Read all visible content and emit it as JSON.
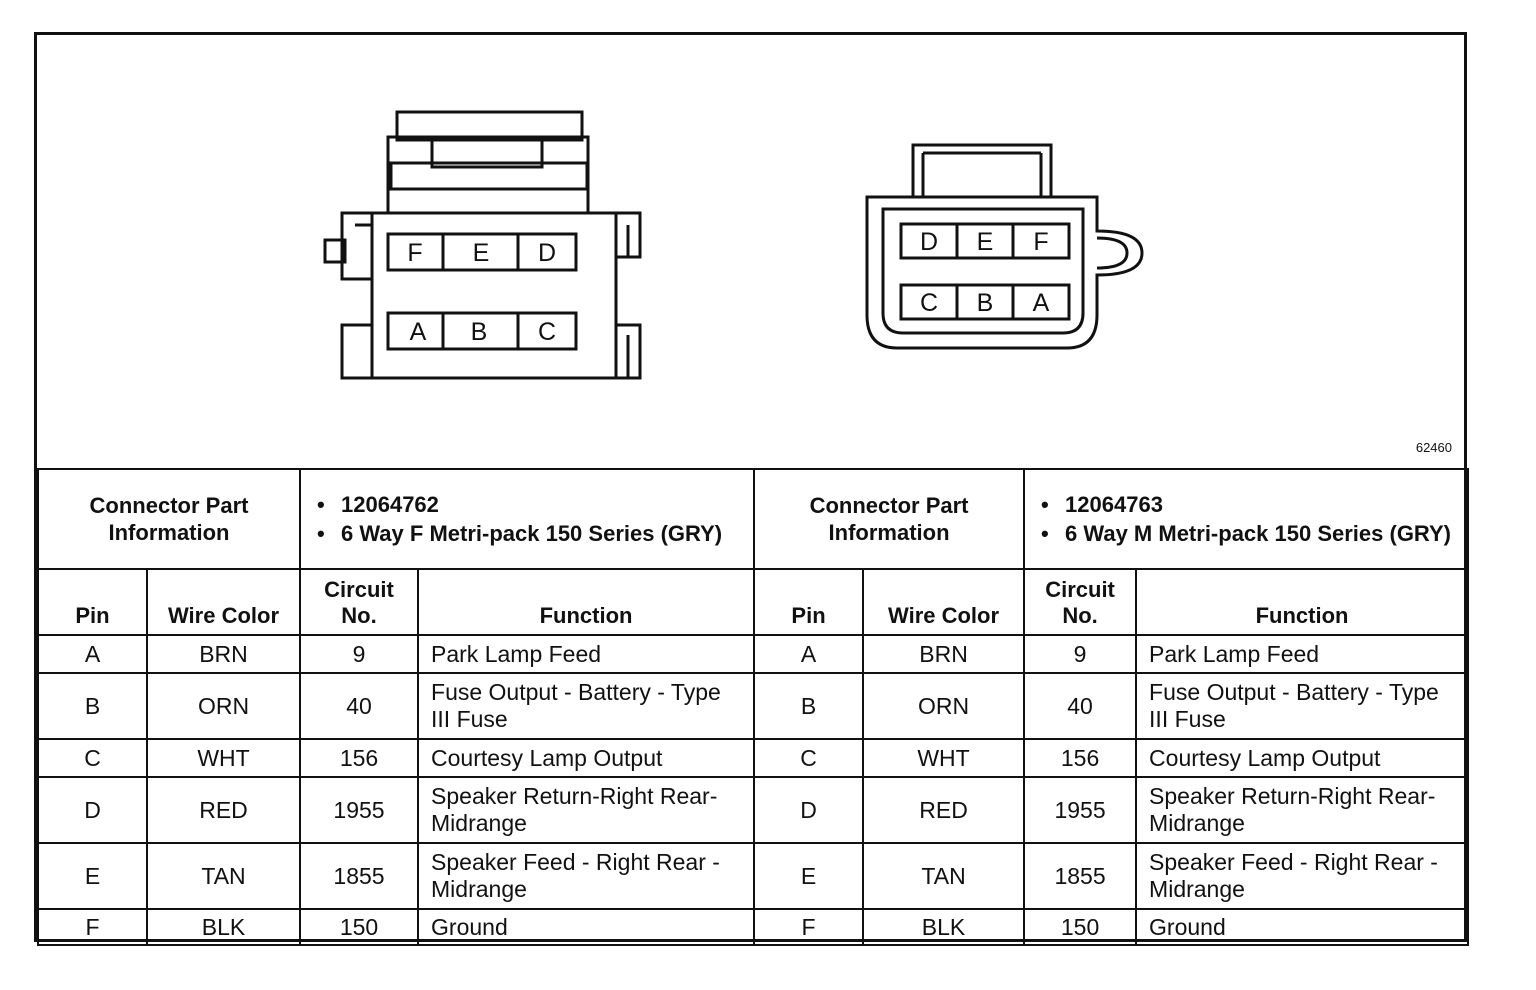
{
  "figure_id": "62460",
  "connectors": [
    {
      "pins_top": [
        "F",
        "E",
        "D"
      ],
      "pins_bottom": [
        "A",
        "B",
        "C"
      ],
      "info_label": "Connector Part Information",
      "info_items": [
        "12064762",
        "6 Way F Metri-pack 150 Series (GRY)"
      ]
    },
    {
      "pins_top": [
        "D",
        "E",
        "F"
      ],
      "pins_bottom": [
        "C",
        "B",
        "A"
      ],
      "info_label": "Connector Part Information",
      "info_items": [
        "12064763",
        "6 Way M Metri-pack 150 Series (GRY)"
      ]
    }
  ],
  "columns": {
    "pin": "Pin",
    "wire_color": "Wire Color",
    "circuit_no": "Circuit No.",
    "function": "Function"
  },
  "rows": [
    {
      "pin": "A",
      "color": "BRN",
      "circuit": "9",
      "function": "Park Lamp Feed"
    },
    {
      "pin": "B",
      "color": "ORN",
      "circuit": "40",
      "function": "Fuse Output - Battery - Type III Fuse"
    },
    {
      "pin": "C",
      "color": "WHT",
      "circuit": "156",
      "function": "Courtesy Lamp Output"
    },
    {
      "pin": "D",
      "color": "RED",
      "circuit": "1955",
      "function": "Speaker Return-Right Rear-Midrange"
    },
    {
      "pin": "E",
      "color": "TAN",
      "circuit": "1855",
      "function": "Speaker Feed - Right Rear - Midrange"
    },
    {
      "pin": "F",
      "color": "BLK",
      "circuit": "150",
      "function": "Ground"
    }
  ]
}
